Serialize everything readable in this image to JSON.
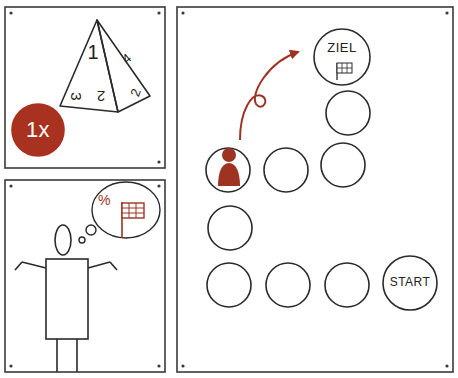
{
  "diagram": {
    "nodes": [
      {
        "text": [
          "1x"
        ]
      },
      {
        "text": [
          "ZIEL"
        ]
      },
      {
        "text": [
          "START"
        ]
      }
    ],
    "labels": [
      "1",
      "3",
      "2",
      "4",
      "2",
      "%"
    ]
  }
}
